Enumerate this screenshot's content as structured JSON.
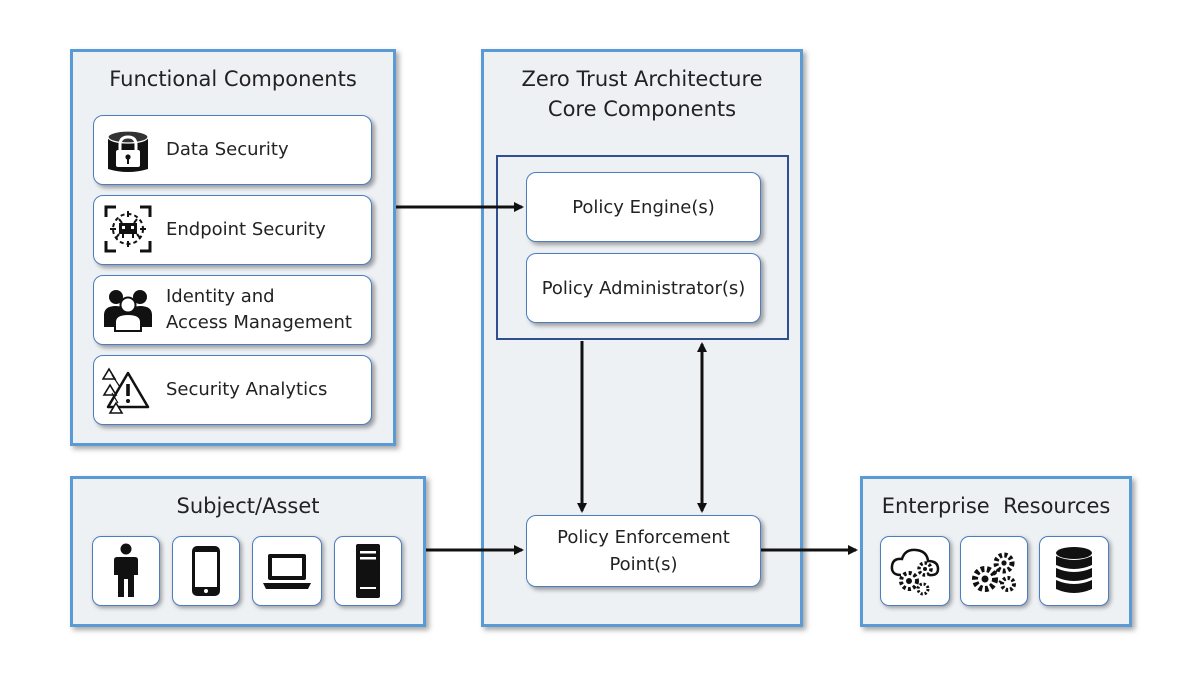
{
  "functional_components": {
    "title": "Functional Components",
    "items": [
      {
        "label_line1": "Data Security",
        "label_line2": "",
        "icon": "data-lock-icon"
      },
      {
        "label_line1": "Endpoint Security",
        "label_line2": "",
        "icon": "endpoint-target-icon"
      },
      {
        "label_line1": "Identity and",
        "label_line2": "Access Management",
        "icon": "users-icon"
      },
      {
        "label_line1": "Security Analytics",
        "label_line2": "",
        "icon": "analytics-alert-icon"
      }
    ]
  },
  "core": {
    "title_line1": "Zero Trust Architecture",
    "title_line2": "Core Components",
    "policy_engine": "Policy Engine(s)",
    "policy_administrator": "Policy Administrator(s)",
    "pep_line1": "Policy Enforcement",
    "pep_line2": "Point(s)"
  },
  "subject_asset": {
    "title": "Subject/Asset",
    "icons": [
      "person-icon",
      "phone-icon",
      "laptop-icon",
      "server-icon"
    ]
  },
  "enterprise": {
    "title": "Enterprise  Resources",
    "icons": [
      "cloud-gears-icon",
      "gears-icon",
      "database-icon"
    ]
  },
  "colors": {
    "panel_border": "#5b9bd5",
    "panel_fill": "#eef1f4",
    "card_border": "#4a7ec0",
    "inner_frame": "#2f4f8f",
    "arrow": "#111111"
  }
}
